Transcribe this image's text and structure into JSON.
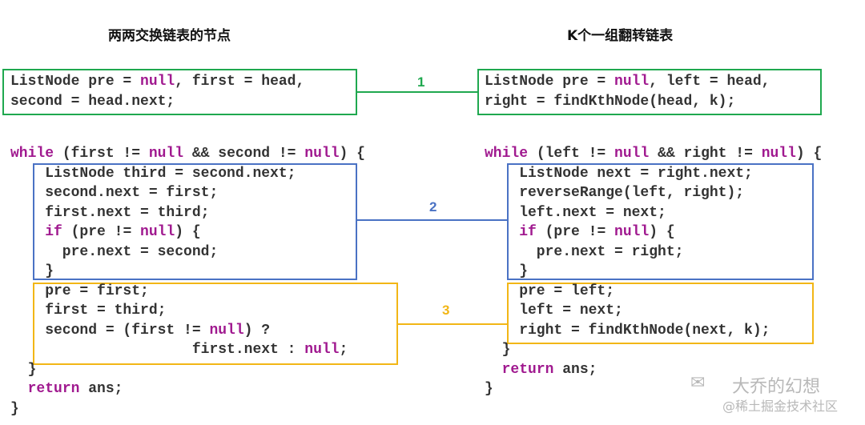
{
  "titles": {
    "left": "两两交换链表的节点",
    "right": "K个一组翻转链表"
  },
  "colors": {
    "green": "#1fa84f",
    "blue": "#4a72c4",
    "yellow": "#f2b616",
    "keyword": "#a0198f"
  },
  "connectors": {
    "one": "1",
    "two": "2",
    "three": "3"
  },
  "left": {
    "init": [
      [
        "ListNode pre = ",
        "null",
        ", first = head,"
      ],
      [
        "second = head.next;"
      ]
    ],
    "body": [
      [
        "",
        "while",
        " (first != ",
        "null",
        " && second != ",
        "null",
        ") {"
      ],
      [
        "    ListNode third = second.next;"
      ],
      [
        "    second.next = first;"
      ],
      [
        "    first.next = third;"
      ],
      [
        "    ",
        "if",
        " (pre != ",
        "null",
        ") {"
      ],
      [
        "      pre.next = second;"
      ],
      [
        "    }"
      ],
      [
        "    pre = first;"
      ],
      [
        "    first = third;"
      ],
      [
        "    second = (first != ",
        "null",
        ") ?"
      ],
      [
        "                     first.next : ",
        "null",
        ";"
      ],
      [
        "  }"
      ],
      [
        "  ",
        "return",
        " ans;"
      ],
      [
        "}"
      ]
    ]
  },
  "right": {
    "init": [
      [
        "ListNode pre = ",
        "null",
        ", left = head,"
      ],
      [
        "right = findKthNode(head, k);"
      ]
    ],
    "body": [
      [
        "",
        "while",
        " (left != ",
        "null",
        " && right != ",
        "null",
        ") {"
      ],
      [
        "    ListNode next = right.next;"
      ],
      [
        "    reverseRange(left, right);"
      ],
      [
        "    left.next = next;"
      ],
      [
        "    ",
        "if",
        " (pre != ",
        "null",
        ") {"
      ],
      [
        "      pre.next = right;"
      ],
      [
        "    }"
      ],
      [
        "    pre = left;"
      ],
      [
        "    left = next;"
      ],
      [
        "    right = findKthNode(next, k);"
      ],
      [
        "  }"
      ],
      [
        "  ",
        "return",
        " ans;"
      ],
      [
        "}"
      ]
    ]
  },
  "watermark": {
    "line1": "大乔的幻想",
    "line2": "@稀土掘金技术社区"
  }
}
